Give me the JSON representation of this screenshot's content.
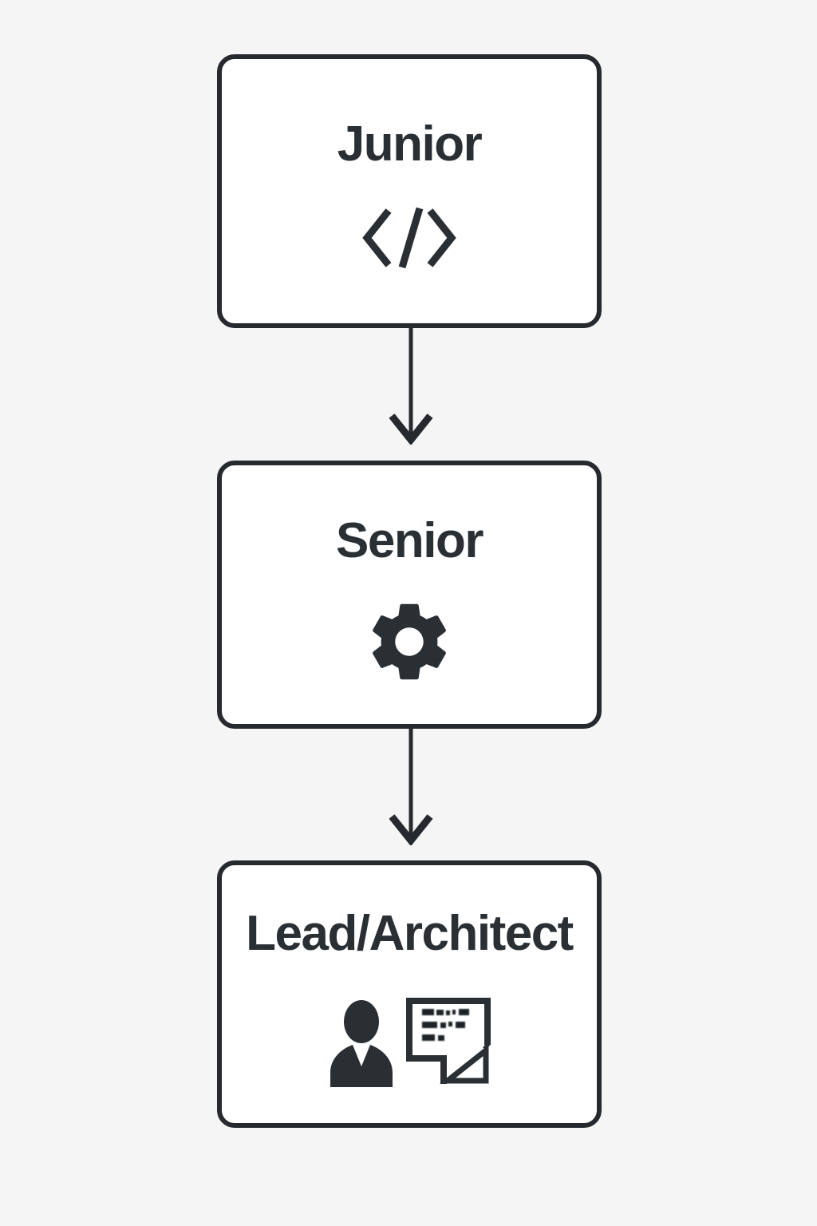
{
  "page": {
    "background_color": "#f5f5f6",
    "node_fill_color": "#ffffff",
    "stroke_color": "#26292d",
    "text_color": "#2a2f34"
  },
  "flowchart": {
    "type": "vertical-progression",
    "nodes": [
      {
        "label": "Junior",
        "icons": [
          "code-icon"
        ]
      },
      {
        "label": "Senior",
        "icons": [
          "gear-icon"
        ]
      },
      {
        "label": "Lead/Architect",
        "icons": [
          "person-icon",
          "whiteboard-pencil-icon"
        ]
      }
    ],
    "connectors": [
      {
        "from": "Junior",
        "to": "Senior",
        "direction": "down"
      },
      {
        "from": "Senior",
        "to": "Lead/Architect",
        "direction": "down"
      }
    ]
  }
}
